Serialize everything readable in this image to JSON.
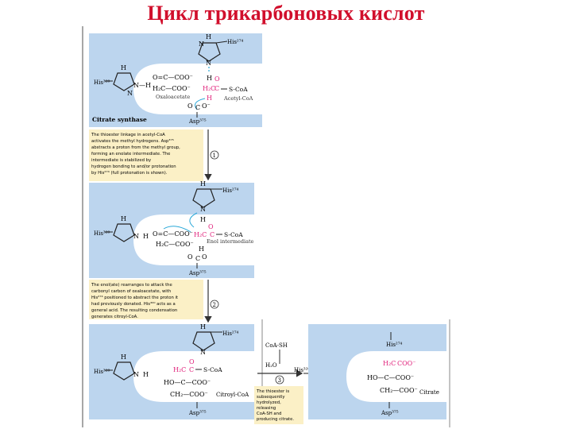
{
  "slide": {
    "title": "Цикл трикарбоновых кислот"
  },
  "colors": {
    "enzyme_blue": "#bcd5ee",
    "note_yellow": "#fbf0c6",
    "magenta": "#e0207a",
    "cyan": "#2aa8d8"
  },
  "panel1": {
    "his274": "His²⁷⁴",
    "his320": "His³²⁰",
    "h_top": "H",
    "n_top": "N",
    "n_top_lower": "N",
    "h_bridge": "H",
    "h_left_top": "H",
    "n_left": "N",
    "nh_left": "N—H",
    "oxaloacetate_row1": "O=C—COO⁻",
    "oxaloacetate_row2": "H₂C—COO⁻",
    "oxaloacetate_label": "Oxaloacetate",
    "acetyl_o": "O",
    "acetyl_c": "C",
    "acetyl_h2c": "H₂C",
    "acetyl_h": "H",
    "scoa": "S-CoA",
    "acetyl_label": "Acetyl-CoA",
    "asp_c": "C",
    "asp_o1": "O",
    "asp_o2": "O⁻",
    "asp375": "Asp³⁷⁵",
    "enzyme_label": "Citrate synthase"
  },
  "note1": {
    "lines": [
      "The thioester linkage in acetyl-CoA",
      "activates the methyl hydrogens. Asp³⁷⁵",
      "abstracts a proton from the methyl group,",
      "forming an enolate intermediate. The",
      "intermediate is stabilized by",
      "hydrogen bonding to and/or protonation",
      "by His²⁷⁴ (full protonation is shown)."
    ]
  },
  "step1": "1",
  "panel2": {
    "his274": "His²⁷⁴",
    "his320": "His³²⁰",
    "h_top": "H",
    "n_top": "N",
    "h_mid": "H",
    "o_mid": "O",
    "h_left_top": "H",
    "n_left": "N",
    "h_left": "H",
    "oxa_row1": "O=C—COO⁻",
    "oxa_row2": "H₂C—COO⁻",
    "enol_ch2": "H₂C",
    "enol_c": "C",
    "scoa": "S-CoA",
    "enol_label": "Enol intermediate",
    "asp_h": "H",
    "asp_o1": "O",
    "asp_o2": "O",
    "asp_c": "C",
    "asp375": "Asp³⁷⁵"
  },
  "note2": {
    "lines": [
      "The enol(ate) rearranges to attack the",
      "carbonyl carbon of oxaloacetate, with",
      "His²⁷⁴ positioned to abstract the proton it",
      "had previously donated. His³²⁰ acts as a",
      "general acid. The resulting condensation",
      "generates citroyl-CoA."
    ]
  },
  "step2": "2",
  "panel3": {
    "his274": "His²⁷⁴",
    "his320": "His³²⁰",
    "h_top": "H",
    "n_top": "N",
    "h_left_top": "H",
    "n_left": "N",
    "h_left": "H",
    "o1": "O",
    "h2c": "H₂C",
    "c": "C",
    "scoa": "S-CoA",
    "hoc": "HO—C—COO⁻",
    "ch2coo": "CH₂—COO⁻",
    "label": "Citroyl-CoA",
    "asp375": "Asp³⁷⁵"
  },
  "middle": {
    "coash": "CoA-SH",
    "h2o": "H₂O",
    "step3": "3",
    "his320": "His³²⁰",
    "note_lines": [
      "The thioester is",
      "subsequently",
      "hydrolyzed,",
      "releasing",
      "CoA-SH and",
      "producing citrate."
    ]
  },
  "panel4": {
    "his274": "His²⁷⁴",
    "h2c": "H₂C",
    "coo": "COO⁻",
    "hoc": "HO—C—COO⁻",
    "ch2coo": "CH₂—COO⁻",
    "label": "Citrate",
    "asp375": "Asp³⁷⁵"
  }
}
